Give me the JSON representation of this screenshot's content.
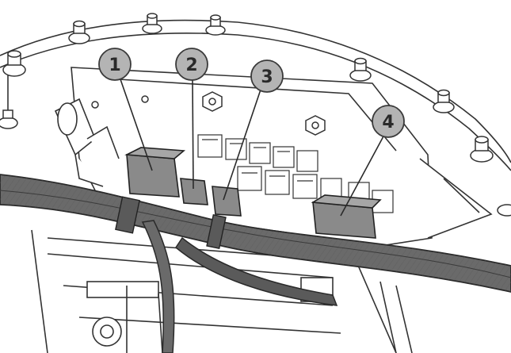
{
  "figure": {
    "style": "engineering line drawing, grayscale",
    "colors": {
      "background": "#ffffff",
      "line": "#333333",
      "harness": "#6a6a6a",
      "harness_dark": "#4a4a4a",
      "connector": "#8a8a8a",
      "callout_fill": "#b4b4b4",
      "callout_stroke": "#3a3a3a"
    },
    "callouts": [
      {
        "label": "1"
      },
      {
        "label": "2"
      },
      {
        "label": "3"
      },
      {
        "label": "4"
      }
    ]
  }
}
